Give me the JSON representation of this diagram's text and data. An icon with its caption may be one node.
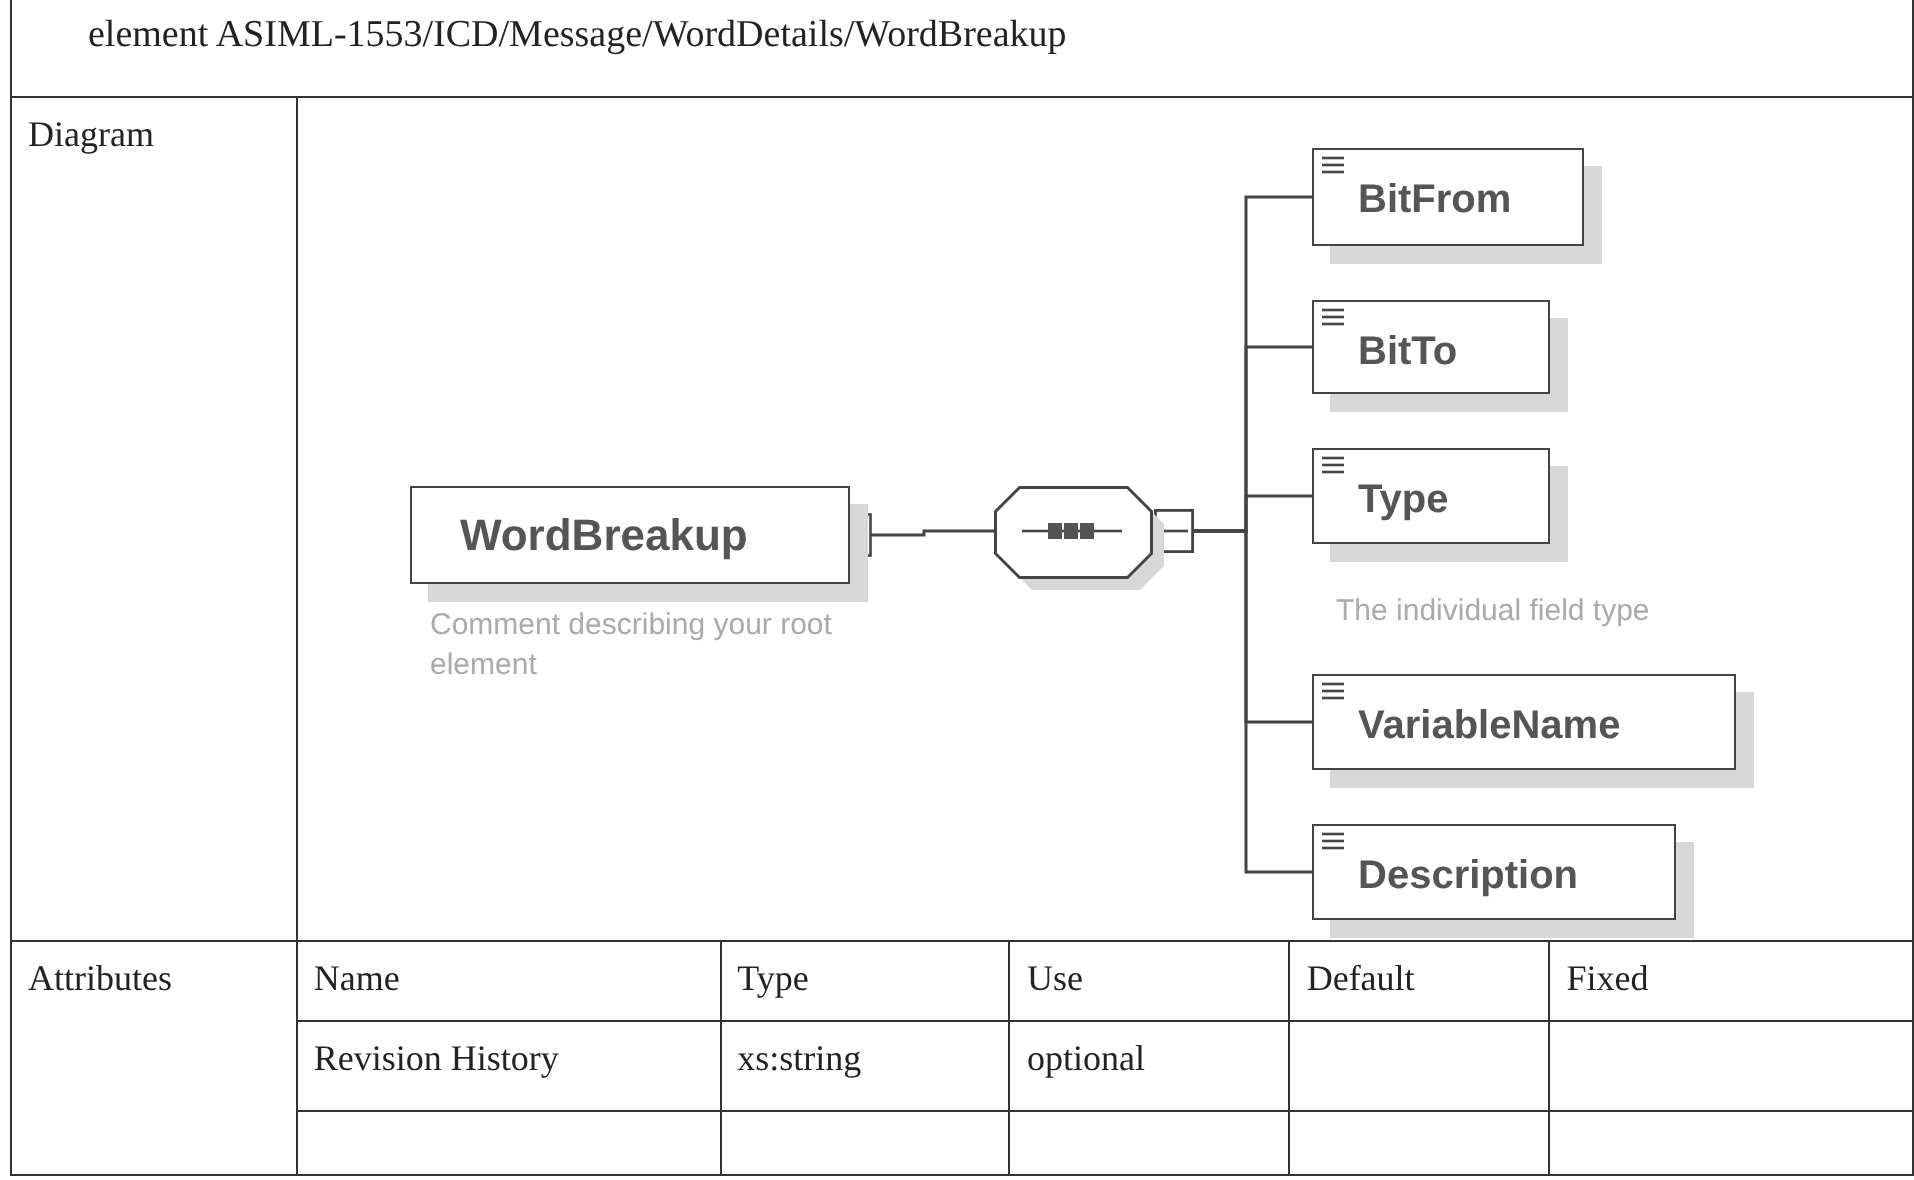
{
  "diagram": {
    "title": "element ASIML-1553/ICD/Message/WordDetails/WordBreakup",
    "nodes": [
      {
        "text": [
          "WordBreakup"
        ],
        "beside": [
          "Comment describing your root element"
        ]
      },
      {
        "text": [],
        "shape": "octagon"
      },
      {
        "text": [
          "BitFrom"
        ]
      },
      {
        "text": [
          "BitTo"
        ]
      },
      {
        "text": [
          "Type"
        ],
        "beside": [
          "The individual field type"
        ]
      },
      {
        "text": [
          "VariableName"
        ]
      },
      {
        "text": [
          "Description"
        ]
      }
    ],
    "edges": [
      {
        "from": 0,
        "to": 1,
        "arrow": "other"
      },
      {
        "from": 1,
        "to": 2,
        "arrow": "other"
      },
      {
        "from": 1,
        "to": 3,
        "arrow": "other"
      },
      {
        "from": 1,
        "to": 4,
        "arrow": "other"
      },
      {
        "from": 1,
        "to": 5,
        "arrow": "other"
      },
      {
        "from": 1,
        "to": 6,
        "arrow": "other"
      }
    ],
    "labels": [
      "Diagram",
      "Attributes",
      "Name",
      "Type",
      "Use",
      "Default",
      "Fixed",
      "Revision History",
      "xs:string",
      "optional"
    ]
  }
}
